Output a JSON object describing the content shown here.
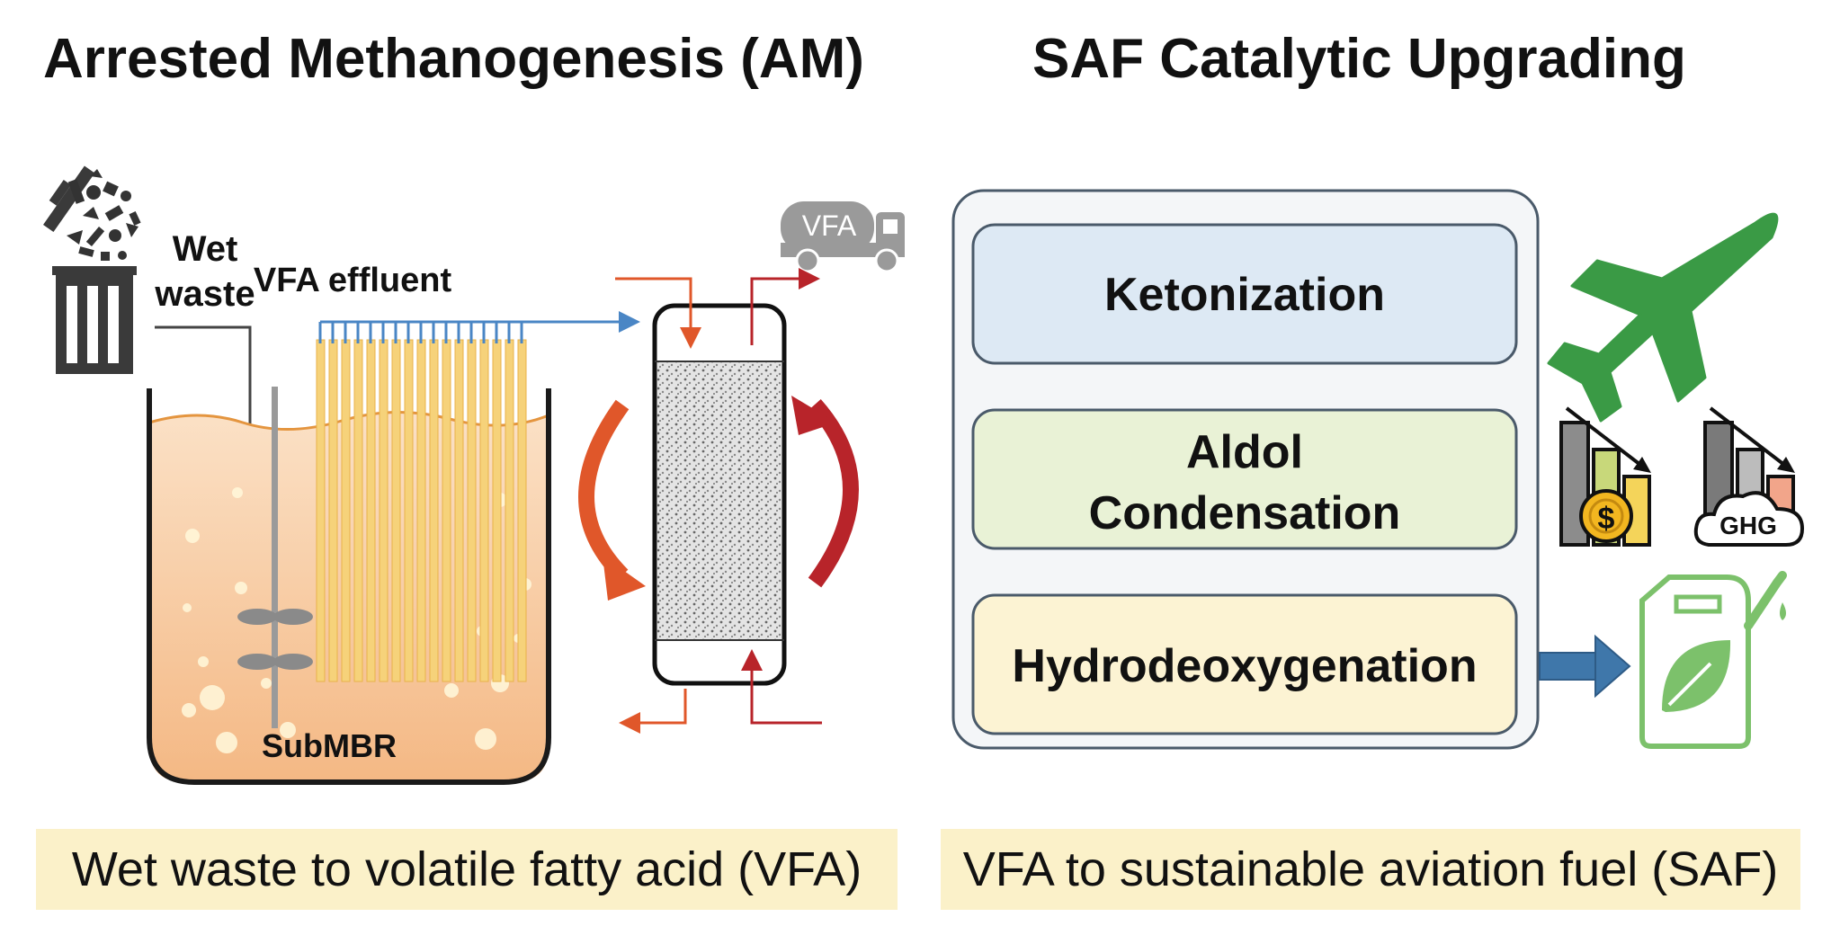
{
  "left_panel": {
    "title": "Arrested Methanogenesis (AM)",
    "wet_waste_line1": "Wet",
    "wet_waste_line2": "waste",
    "effluent_label": "VFA effluent",
    "reactor_label": "SubMBR",
    "truck_label": "VFA",
    "caption": "Wet waste to volatile fatty acid (VFA)"
  },
  "right_panel": {
    "title": "SAF Catalytic Upgrading",
    "steps": [
      {
        "label": "Ketonization",
        "color": "#dde9f4"
      },
      {
        "label_line1": "Aldol",
        "label_line2": "Condensation",
        "color": "#e9f2d6"
      },
      {
        "label": "Hydrodeoxygenation",
        "color": "#fcf3d3"
      }
    ],
    "ghg_label": "GHG",
    "dollar_symbol": "$",
    "caption": "VFA to sustainable aviation fuel (SAF)"
  },
  "colors": {
    "slurry": "#f6c79a",
    "membrane": "#f6d27a",
    "effluent_pipe": "#4a86c5",
    "orange_arrow": "#e0572a",
    "red_arrow": "#b8242a",
    "plane_green": "#3a9a45",
    "light_green": "#7cc16b",
    "flow_arrow_blue": "#3f77aa"
  }
}
